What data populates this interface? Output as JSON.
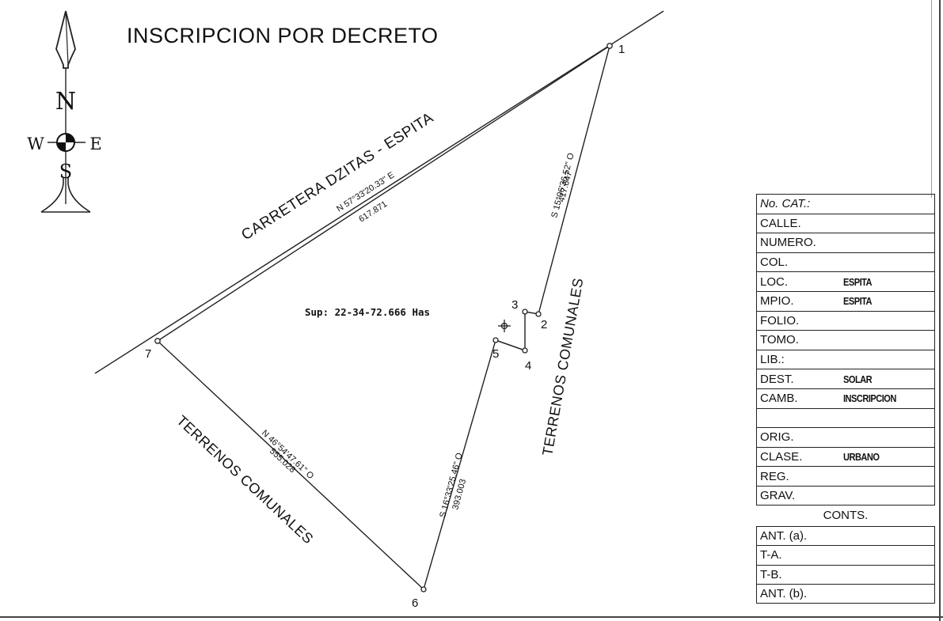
{
  "title": "INSCRIPCION POR DECRETO",
  "compass": {
    "north": "N",
    "south": "S",
    "east": "E",
    "west": "W",
    "icon": "north-arrow-compass-icon"
  },
  "road": {
    "name": "CARRETERA DZITAS - ESPITA",
    "bearing": "N 57°33'20.33\" E",
    "distance": "617.871"
  },
  "area_label": "Sup: 22-34-72.666 Has",
  "vertices": [
    {
      "id": "1",
      "label": "1"
    },
    {
      "id": "2",
      "label": "2"
    },
    {
      "id": "3",
      "label": "3"
    },
    {
      "id": "4",
      "label": "4"
    },
    {
      "id": "5",
      "label": "5"
    },
    {
      "id": "6",
      "label": "6"
    },
    {
      "id": "7",
      "label": "7"
    }
  ],
  "boundaries": {
    "east": {
      "bearing": "S 15°06'36.52\" O",
      "distance": "417.647",
      "neighbor": "TERRENOS COMUNALES"
    },
    "southwest": {
      "bearing": "N 46°54'47.61\" O",
      "distance": "555.028",
      "neighbor": "TERRENOS COMUNALES"
    },
    "south": {
      "bearing": "S 16°33'25.46\" O",
      "distance": "393.003"
    }
  },
  "title_block": {
    "rows": [
      {
        "label": "No. CAT.:",
        "value": ""
      },
      {
        "label": "CALLE.",
        "value": ""
      },
      {
        "label": "NUMERO.",
        "value": ""
      },
      {
        "label": "COL.",
        "value": ""
      },
      {
        "label": "LOC.",
        "value": "ESPITA"
      },
      {
        "label": "MPIO.",
        "value": "ESPITA"
      },
      {
        "label": "FOLIO.",
        "value": ""
      },
      {
        "label": "TOMO.",
        "value": ""
      },
      {
        "label": "LIB.:",
        "value": ""
      },
      {
        "label": "DEST.",
        "value": "SOLAR"
      },
      {
        "label": "CAMB.",
        "value": "INSCRIPCION"
      },
      {
        "label": "",
        "value": ""
      },
      {
        "label": "ORIG.",
        "value": ""
      },
      {
        "label": "CLASE.",
        "value": "URBANO"
      },
      {
        "label": "REG.",
        "value": ""
      },
      {
        "label": "GRAV.",
        "value": ""
      }
    ],
    "conts_heading": "CONTS.",
    "conts_rows": [
      {
        "label": "ANT. (a)."
      },
      {
        "label": "T-A."
      },
      {
        "label": "T-B."
      },
      {
        "label": "ANT. (b)."
      }
    ]
  },
  "colors": {
    "ink": "#111111",
    "paper": "#ffffff"
  }
}
